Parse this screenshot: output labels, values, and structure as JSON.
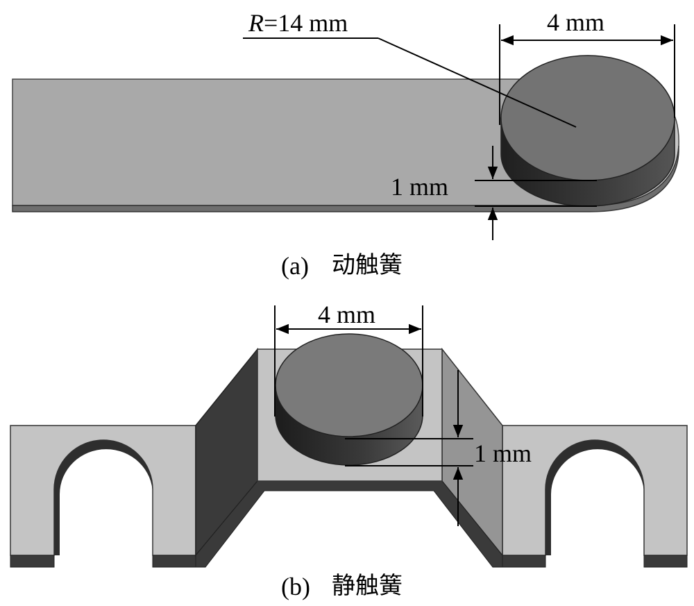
{
  "figure_a": {
    "radius_prefix": "R",
    "radius_rest": "=14 mm",
    "diameter": "4 mm",
    "thickness": "1 mm",
    "caption_tag": "(a)",
    "caption_text": "动触簧"
  },
  "figure_b": {
    "diameter": "4 mm",
    "thickness": "1 mm",
    "caption_tag": "(b)",
    "caption_text": "静触簧"
  },
  "colors": {
    "strip": "#a8a8a8",
    "strip_edge": "#6a6a6a",
    "contact_top": "#7a7a7a",
    "contact_side": "#2c2c2c",
    "bracket_light": "#c2c2c2",
    "bracket_dark": "#3e3e3e",
    "bracket_mid": "#959595"
  }
}
